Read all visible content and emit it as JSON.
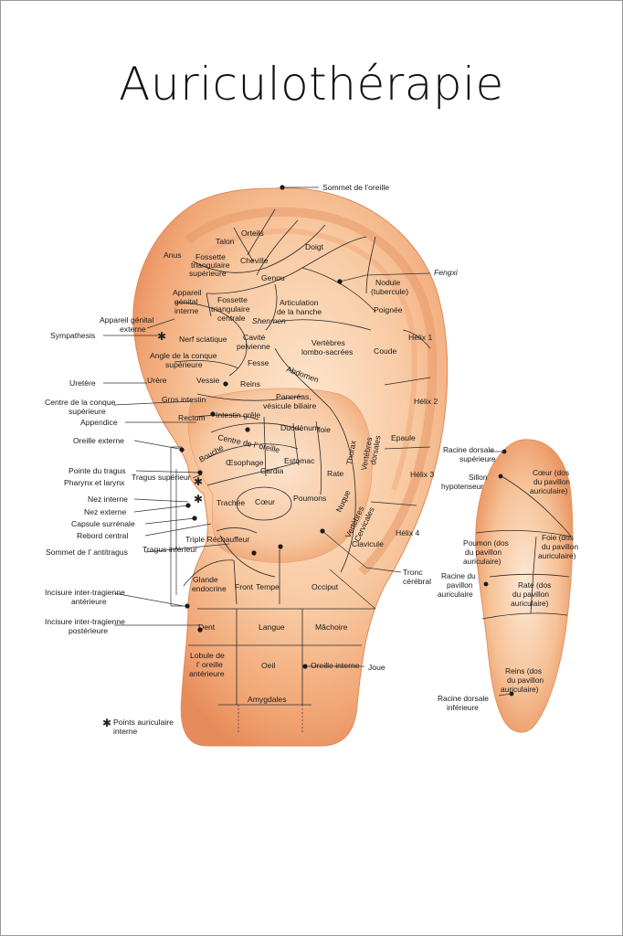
{
  "title": "Auriculothérapie",
  "colors": {
    "skin_light": "#fbe2c8",
    "skin_mid": "#f4b184",
    "skin_dark": "#e88a58",
    "line": "#2a2a2a"
  },
  "icons": {
    "auricular_point": "asterisk-icon"
  },
  "legend": {
    "symbol": "✱",
    "line1": "Points auriculaire",
    "line2": "interne"
  },
  "left_labels": {
    "appareil_genital_externe": {
      "l1": "Appareil génital",
      "l2": "externe"
    },
    "sympathesis": "Sympathesis",
    "uretere": "Uretère",
    "centre_conque_sup": {
      "l1": "Centre de la conque",
      "l2": "supérieure"
    },
    "appendice": "Appendice",
    "oreille_externe": "Oreille externe",
    "pointe_tragus": "Pointe du tragus",
    "pharynx": "Pharynx et larynx",
    "nez_interne": "Nez interne",
    "nez_externe": "Nez externe",
    "capsule": "Capsule surrénale",
    "rebord": "Rebord central",
    "sommet_antitragus": "Sommet de l’ antitragus",
    "incisure_ant": {
      "l1": "Incisure inter-tragienne",
      "l2": "antérieure"
    },
    "incisure_post": {
      "l1": "Incisure inter-tragienne",
      "l2": "postérieure"
    }
  },
  "right_labels": {
    "sommet": "Sommet de l’oreille",
    "fengxi": "Fengxi",
    "nodule": {
      "l1": "Nodule",
      "l2": "(tubercule)"
    },
    "helix1": "Hélix 1",
    "helix2": "Hélix 2",
    "helix3": "Hélix 3",
    "helix4": "Hélix 4",
    "tronc": {
      "l1": "Tronc",
      "l2": "cérébral"
    },
    "joue": "Joue"
  },
  "ear_labels": {
    "ortels": "Orteils",
    "talon": "Talon",
    "anus": "Anus",
    "fossette_tri_sup": {
      "l1": "Fossette",
      "l2": "triangulaire",
      "l3": "supérieure"
    },
    "cheville": "Cheville",
    "doigt": "Doigt",
    "genou": "Genou",
    "appareil_genital_interne": {
      "l1": "Appareil",
      "l2": "génital",
      "l3": "interne"
    },
    "fossette_tri_centrale": {
      "l1": "Fossette",
      "l2": "triangulaire",
      "l3": "centrale"
    },
    "articulation": {
      "l1": "Articulation",
      "l2": "de la hanche"
    },
    "shenmen": "Shenmen",
    "poignee": "Poignée",
    "nerf_sciatique": "Nerf sciatique",
    "cavite_pelvienne": {
      "l1": "Cavité",
      "l2": "pelvienne"
    },
    "vertebres_lombo": {
      "l1": "Vertèbres",
      "l2": "lombo-sacrées"
    },
    "coude": "Coude",
    "angle_conque": {
      "l1": "Angle de la conque",
      "l2": "supérieure"
    },
    "fesse": "Fesse",
    "abdomen": "Abdomen",
    "urere": "Urère",
    "vessie": "Vessie",
    "reins": "Reins",
    "gros_intestin": "Gros intestin",
    "pancreas": {
      "l1": "Pancréas,",
      "l2": "vésicule biliaire"
    },
    "rectum": "Rectum",
    "intestin_grele": "Intestin grêle",
    "duodenum": "Duodénum",
    "foie": "foie",
    "thorax": "Thorax",
    "vertebres_dorsales": {
      "l1": "Vertèbres",
      "l2": "dorsales"
    },
    "epaule": "Epaule",
    "centre_oreille": "Centre de l’ oreille",
    "bouche": "Bouche",
    "oesophage": "Œsophage",
    "estomac": "Estomac",
    "cardia": "Cardia",
    "rate": "Rate",
    "tragus_sup": "Tragus supérieur",
    "trachee": "Trachée",
    "coeur": "Cœur",
    "poumons": "Poumons",
    "nuque": "Nuque",
    "vertebres_cervicales": {
      "l1": "Vertèbres",
      "l2": "Cervicales"
    },
    "clavicule": "Clavicule",
    "triple": "Triple Réchauffeur",
    "tragus_inf": "Tragus inférieur",
    "glande": {
      "l1": "Glande",
      "l2": "endocrine"
    },
    "front": "Front",
    "tempe": "Tempe",
    "occiput": "Occiput",
    "dent": "Dent",
    "langue": "Langue",
    "machoire": "Mâchoire",
    "lobule": {
      "l1": "Lobule de",
      "l2": "l’ oreille",
      "l3": "antérieure"
    },
    "oeil": "Oeil",
    "oreille_interne": "Oreille interne",
    "amygdales": "Amygdales"
  },
  "back_labels": {
    "racine_dorsale_sup": {
      "l1": "Racine dorsale",
      "l2": "supérieure"
    },
    "sillon": {
      "l1": "Sillon",
      "l2": "hypotenseur"
    },
    "coeur_dos": {
      "l1": "Cœur (dos",
      "l2": "du pavillon",
      "l3": "auriculaire)"
    },
    "poumon_dos": {
      "l1": "Poumon (dos",
      "l2": "du pavillon",
      "l3": "auriculaire)"
    },
    "foie_dos": {
      "l1": "Foie (dos",
      "l2": "du pavillon",
      "l3": "auriculaire)"
    },
    "racine_pavillon": {
      "l1": "Racine du",
      "l2": "pavillon",
      "l3": "auriculaire"
    },
    "rate_dos": {
      "l1": "Rate (dos",
      "l2": "du pavillon",
      "l3": "auriculaire)"
    },
    "reins_dos": {
      "l1": "Reins (dos",
      "l2": "du pavillon",
      "l3": "auriculaire)"
    },
    "racine_dorsale_inf": {
      "l1": "Racine dorsale",
      "l2": "inférieure"
    }
  }
}
